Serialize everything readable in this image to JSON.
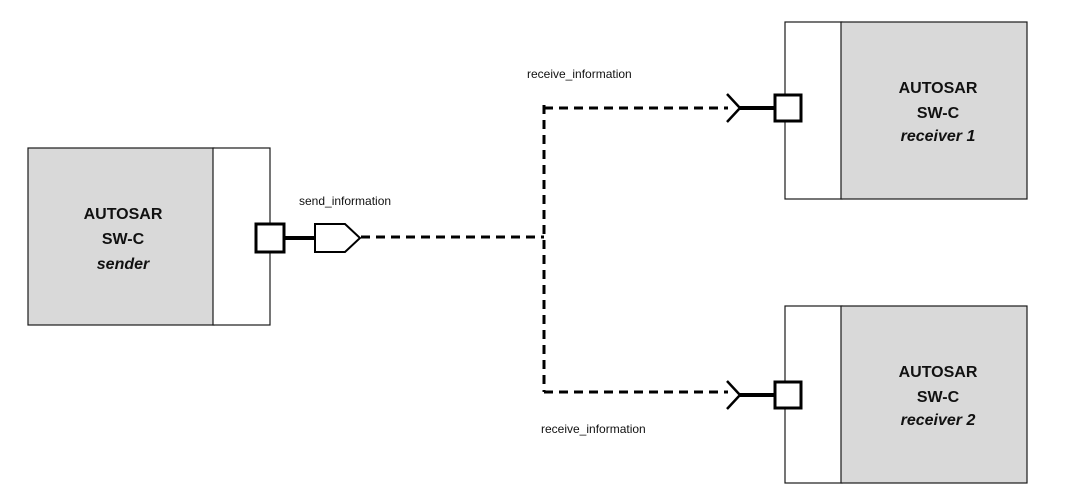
{
  "components": {
    "sender": {
      "line1": "AUTOSAR",
      "line2": "SW-C",
      "role": "sender"
    },
    "receiver1": {
      "line1": "AUTOSAR",
      "line2": "SW-C",
      "role": "receiver 1"
    },
    "receiver2": {
      "line1": "AUTOSAR",
      "line2": "SW-C",
      "role": "receiver 2"
    }
  },
  "ports": {
    "send": "send_information",
    "receive1": "receive_information",
    "receive2": "receive_information"
  }
}
